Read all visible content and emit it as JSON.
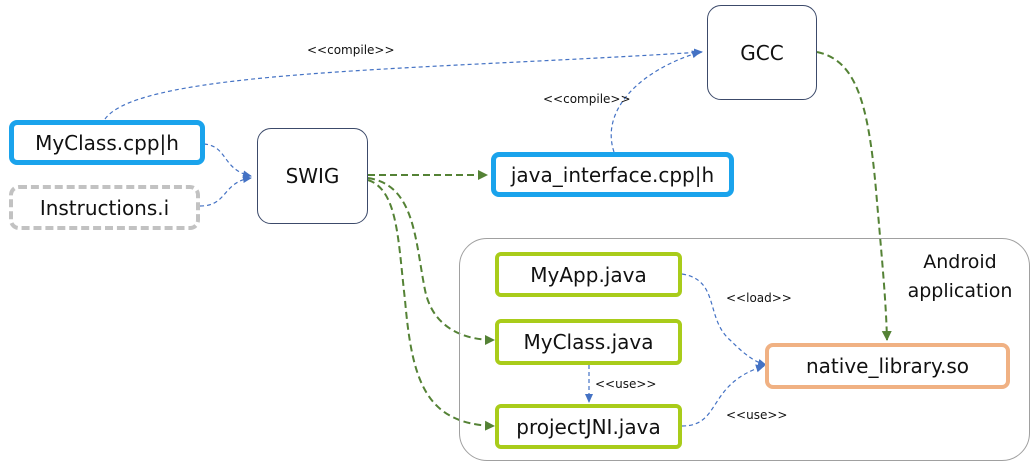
{
  "region": {
    "label_line1": "Android",
    "label_line2": "application"
  },
  "nodes": {
    "myclass_cpp": "MyClass.cpp|h",
    "instructions": "Instructions.i",
    "swig": "SWIG",
    "gcc": "GCC",
    "java_interface": "java_interface.cpp|h",
    "myapp_java": "MyApp.java",
    "myclass_java": "MyClass.java",
    "projectjni_java": "projectJNI.java",
    "native_library": "native_library.so"
  },
  "edge_labels": {
    "compile_top": "<<compile>>",
    "compile_mid": "<<compile>>",
    "load": "<<load>>",
    "use_mid": "<<use>>",
    "use_right": "<<use>>"
  },
  "colors": {
    "blue_border": "#1aa3ec",
    "grey_border": "#c2c2c2",
    "green_border": "#a9cc1a",
    "orange_border": "#f0b183",
    "blue_arrow": "#4472c4",
    "green_arrow": "#548235"
  }
}
